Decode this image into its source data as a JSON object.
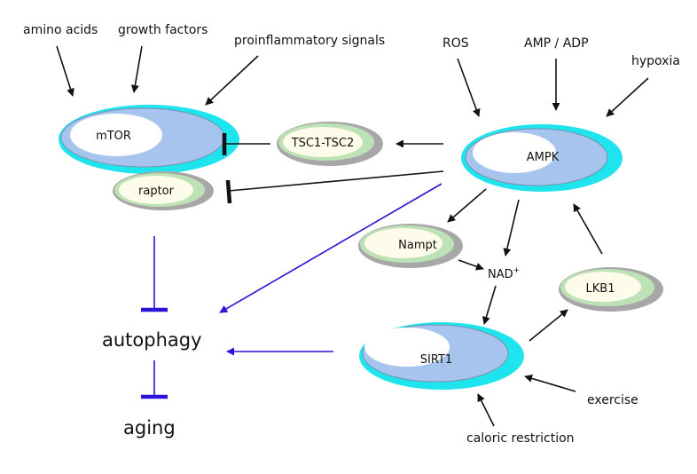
{
  "colors": {
    "ring_cyan": "#1ee4ee",
    "disc_blue": "#a6c4ee",
    "ring_gray": "#a7a7a7",
    "disc_green": "#bde2b6",
    "disc_cream": "#fdfbe9",
    "arrow_black": "#111111",
    "inhibit_blue": "#2a14d9"
  },
  "inputs": {
    "amino_acids": "amino acids",
    "growth_factors": "growth factors",
    "proinflammatory": "proinflammatory signals",
    "ros": "ROS",
    "amp_adp": "AMP / ADP",
    "hypoxia": "hypoxia",
    "exercise": "exercise",
    "caloric_restriction": "caloric restriction"
  },
  "nodes": {
    "mtor": "mTOR",
    "raptor": "raptor",
    "tsc": "TSC1-TSC2",
    "ampk": "AMPK",
    "nampt": "Nampt",
    "nad": "NAD",
    "nad_sup": "+",
    "lkb1": "LKB1",
    "sirt1": "SIRT1"
  },
  "outcomes": {
    "autophagy": "autophagy",
    "aging": "aging"
  }
}
